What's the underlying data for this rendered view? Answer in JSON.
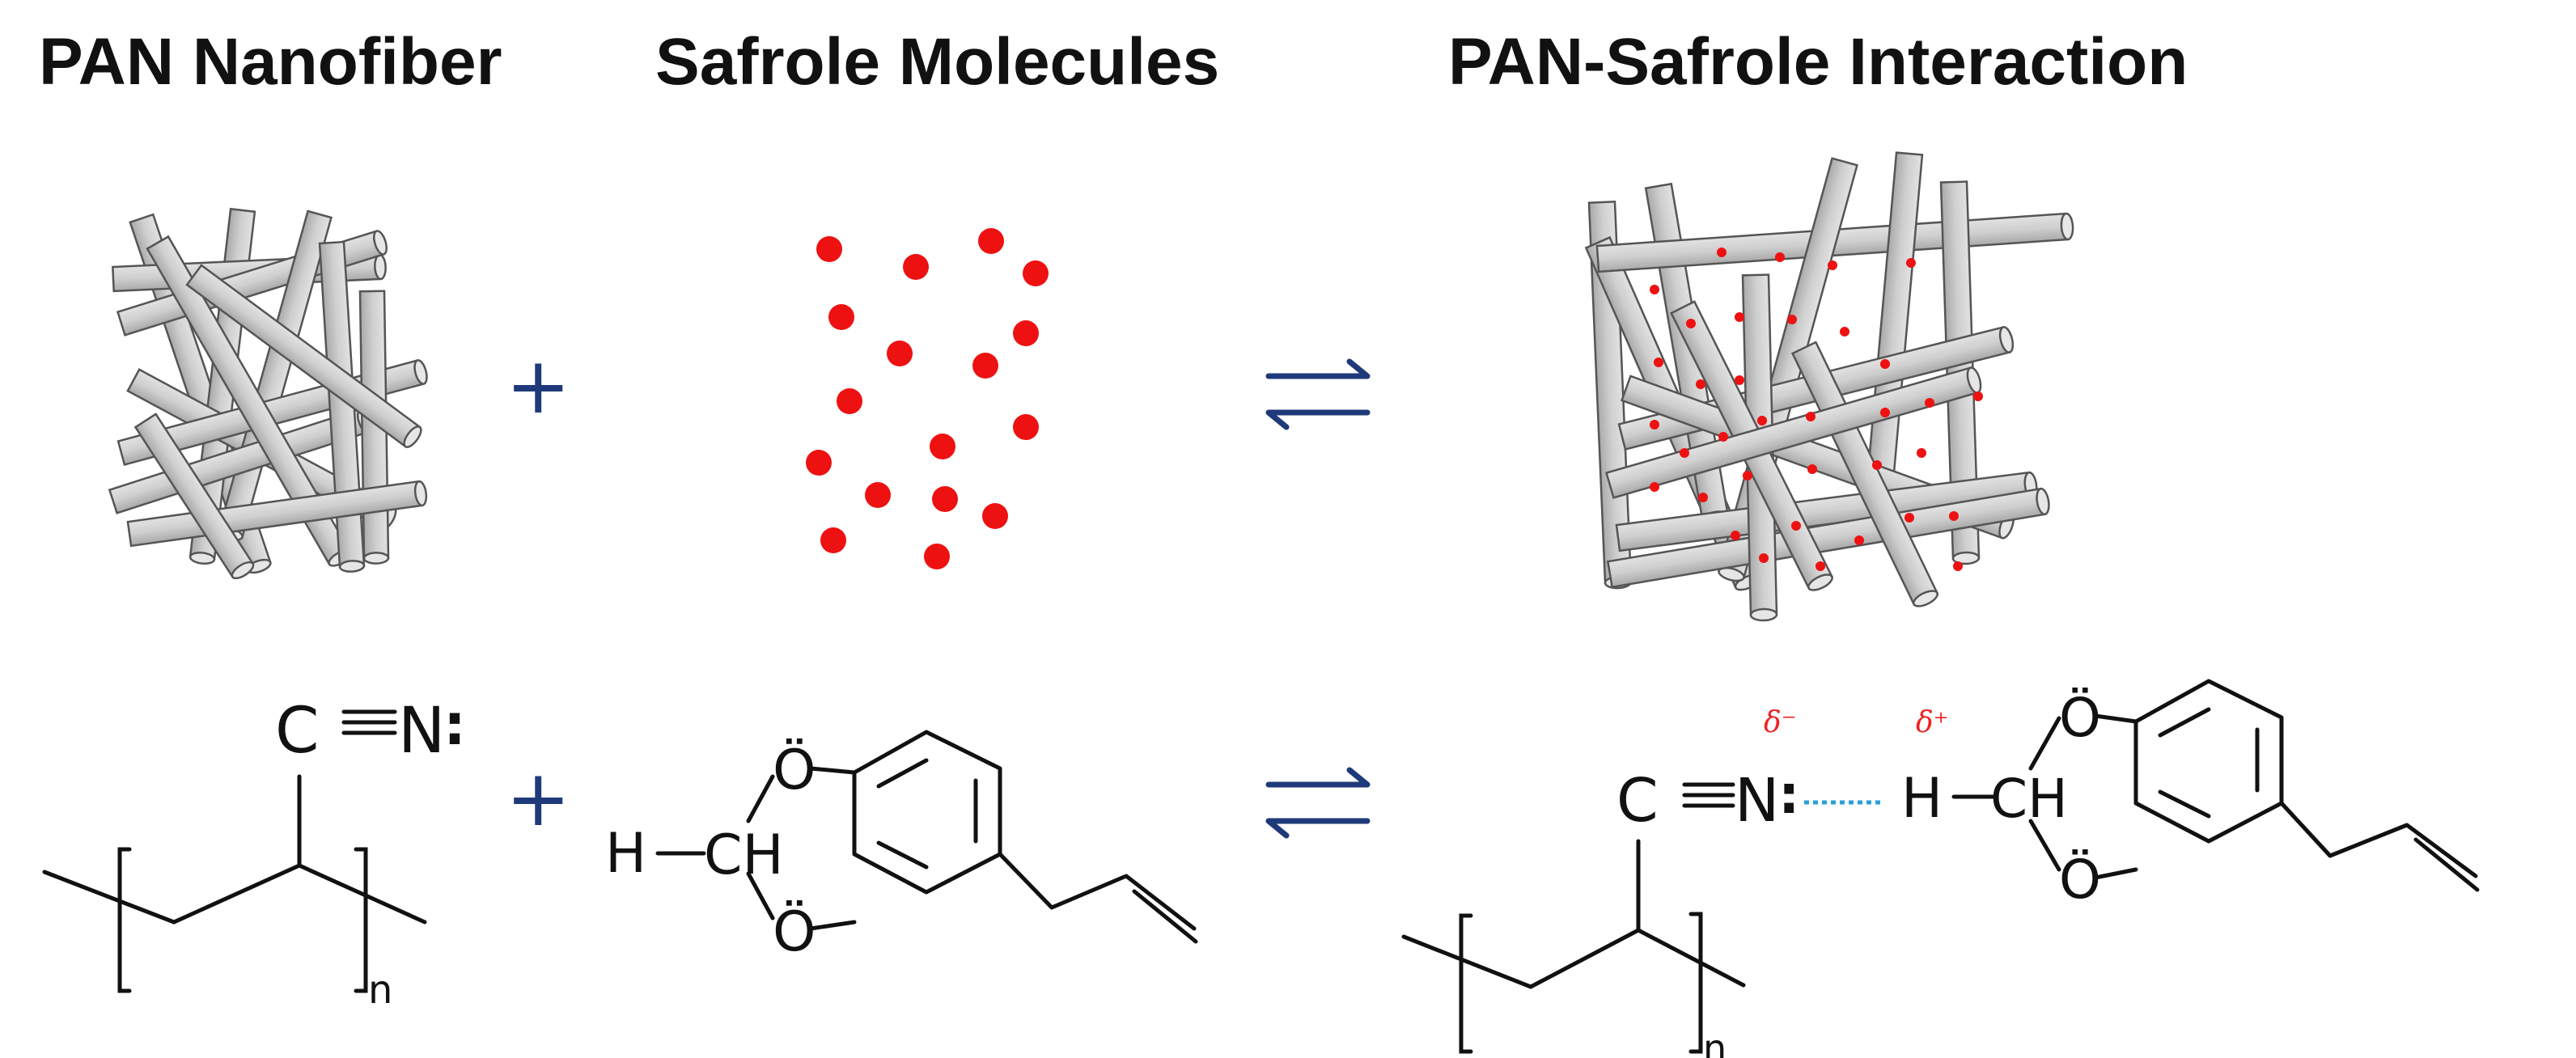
{
  "titles": {
    "pan_nanofiber": "PAN Nanofiber",
    "safrole_molecules": "Safrole Molecules",
    "interaction": "PAN-Safrole Interaction"
  },
  "operators": {
    "plus": "+",
    "equilibrium": "⇄"
  },
  "chemistry": {
    "pan": {
      "nitrile_c": "C",
      "nitrile_n": "N",
      "lone_pair": ":",
      "subscript": "n"
    },
    "safrole": {
      "h": "H",
      "ch": "CH",
      "oxygen_top": "Ö",
      "oxygen_bottom": "Ö"
    },
    "interaction": {
      "delta_minus": "δ⁻",
      "delta_plus": "δ⁺"
    }
  },
  "colors": {
    "fiber_fill": "#c9c9c9",
    "fiber_stroke": "#555555",
    "molecule_dot": "#ee1111",
    "operator": "#1f3a7a",
    "hbond": "#2a9fd6",
    "delta": "#ee2222"
  }
}
